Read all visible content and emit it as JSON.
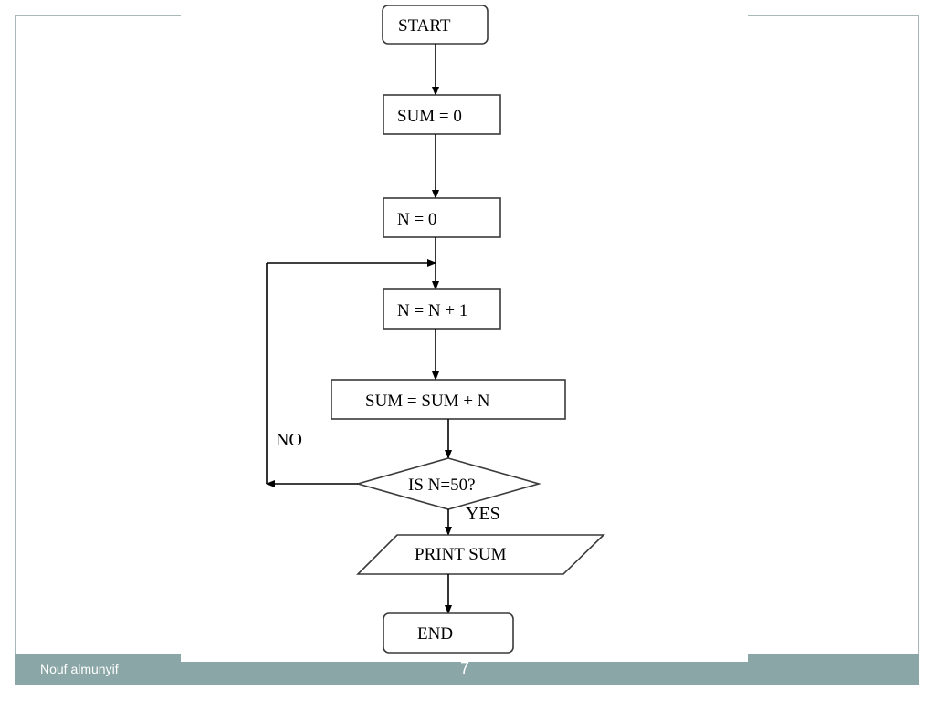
{
  "slide": {
    "author": "Nouf almunyif",
    "page_number": "7"
  },
  "flowchart": {
    "nodes": {
      "start": "START",
      "init_sum": "SUM = 0",
      "init_n": "N = 0",
      "increment_n": "N = N + 1",
      "accumulate": "SUM = SUM + N",
      "decision": "IS N=50?",
      "print": "PRINT SUM",
      "end": "END"
    },
    "edge_labels": {
      "no": "NO",
      "yes": "YES"
    },
    "colors": {
      "footer_band": "#8aa6a6",
      "frame_border": "#a8b8b8",
      "stroke": "#000000"
    }
  }
}
